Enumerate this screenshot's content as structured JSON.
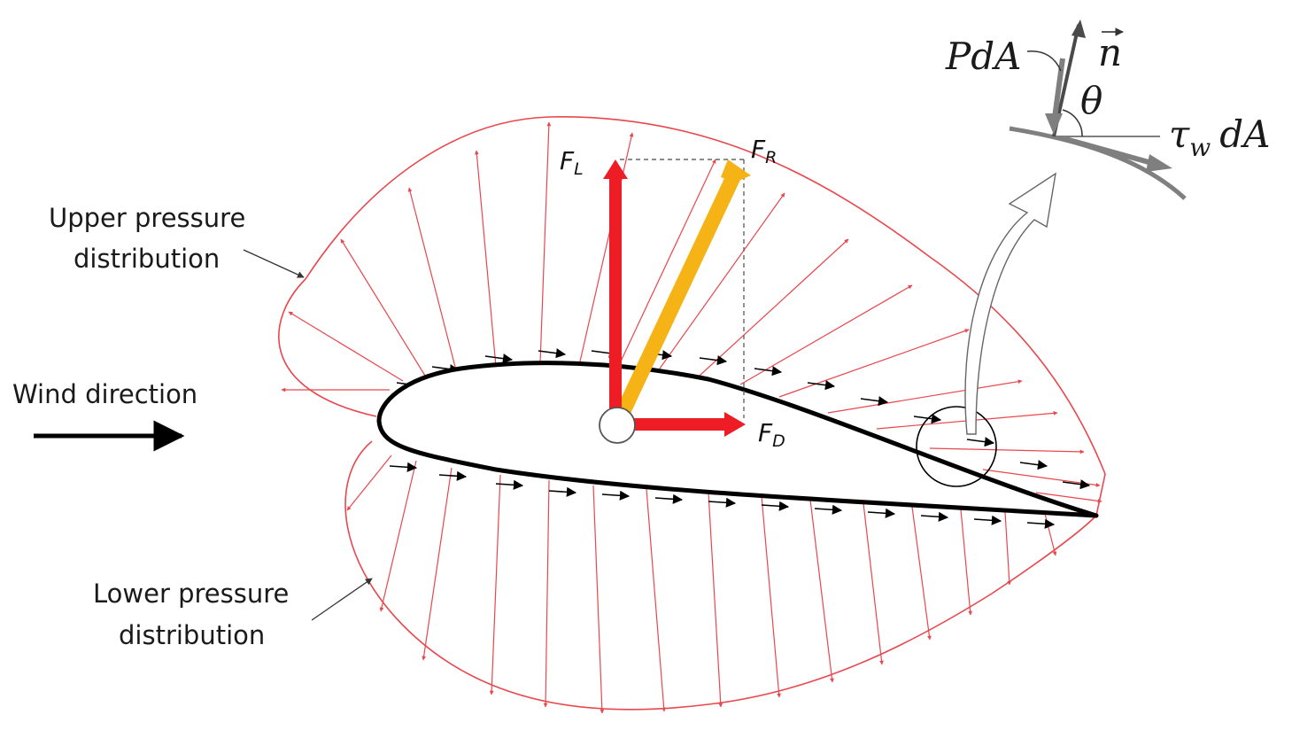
{
  "labels": {
    "upper_line1": "Upper pressure",
    "upper_line2": "distribution",
    "lower_line1": "Lower pressure",
    "lower_line2": "distribution",
    "wind": "Wind direction"
  },
  "forces": {
    "lift": {
      "symbol": "F",
      "sub": "L"
    },
    "drag": {
      "symbol": "F",
      "sub": "D"
    },
    "resultant": {
      "symbol": "F",
      "sub": "R"
    }
  },
  "inset": {
    "pressure_term": "PdA",
    "normal_symbol": "n",
    "angle_symbol": "θ",
    "shear_symbol": "τ",
    "shear_sub": "w",
    "shear_tail": "dA"
  },
  "colors": {
    "pressure_curve": "#e8474d",
    "force_red": "#ee1c24",
    "resultant_yellow": "#f5b316",
    "airfoil": "#000000",
    "inset_gray": "#7f7f7f"
  }
}
